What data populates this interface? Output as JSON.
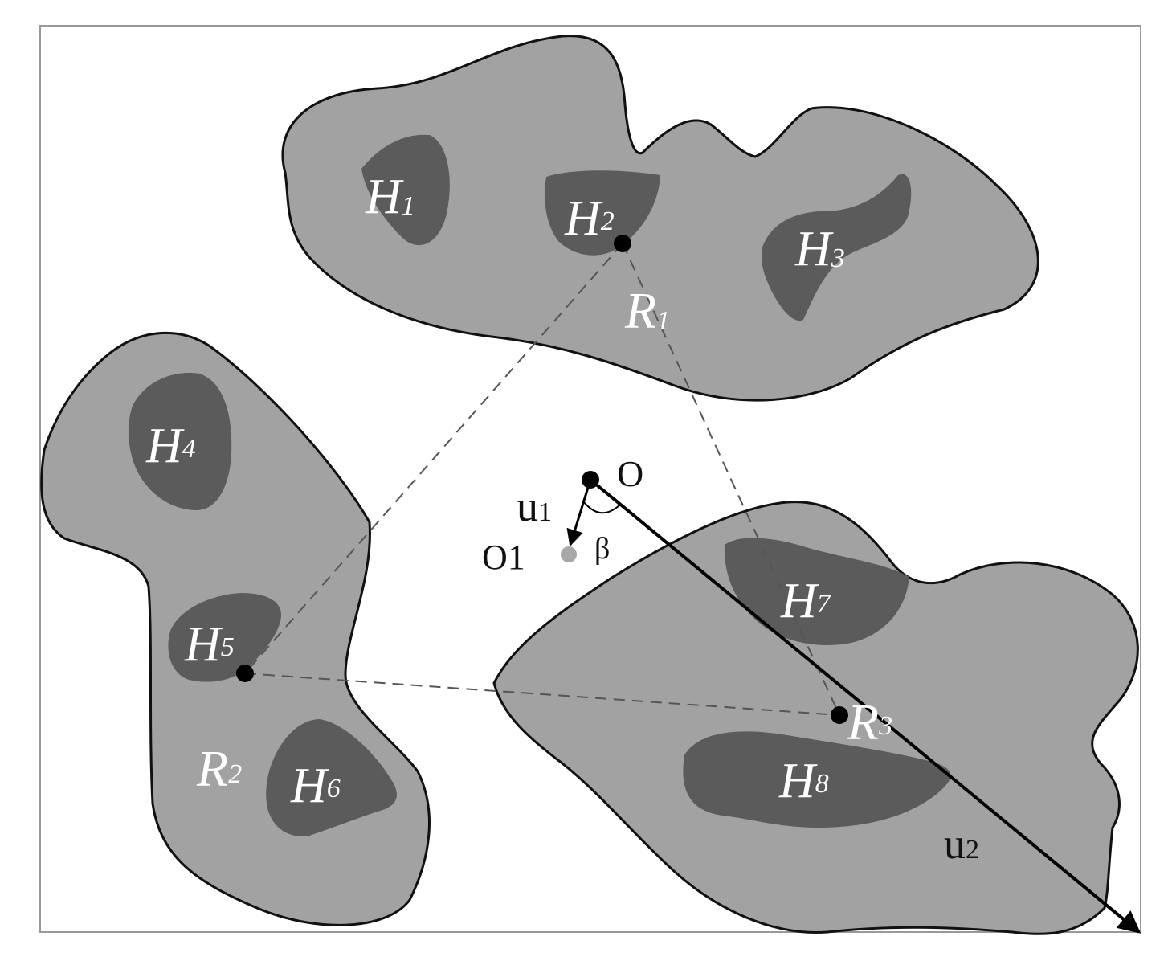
{
  "colors": {
    "region_fill": "#a2a2a2",
    "hole_fill": "#5b5b5b",
    "outline": "#111111",
    "dashed": "#555555",
    "point": "#000000",
    "point_o1": "#a8a8a8",
    "label_on_shape": "#ffffff",
    "label_plain": "#111111"
  },
  "regions": [
    {
      "id": "R1",
      "main": "R",
      "sub": "1"
    },
    {
      "id": "R2",
      "main": "R",
      "sub": "2"
    },
    {
      "id": "R3",
      "main": "R",
      "sub": "3"
    }
  ],
  "holes": [
    {
      "id": "H1",
      "main": "H",
      "sub": "1"
    },
    {
      "id": "H2",
      "main": "H",
      "sub": "2"
    },
    {
      "id": "H3",
      "main": "H",
      "sub": "3"
    },
    {
      "id": "H4",
      "main": "H",
      "sub": "4"
    },
    {
      "id": "H5",
      "main": "H",
      "sub": "5"
    },
    {
      "id": "H6",
      "main": "H",
      "sub": "6"
    },
    {
      "id": "H7",
      "main": "H",
      "sub": "7"
    },
    {
      "id": "H8",
      "main": "H",
      "sub": "8"
    }
  ],
  "points": {
    "o": "O",
    "o1": "O1"
  },
  "vectors": {
    "u1": {
      "main": "u",
      "sub": "1"
    },
    "u2": {
      "main": "u",
      "sub": "2"
    }
  },
  "angle": "β"
}
